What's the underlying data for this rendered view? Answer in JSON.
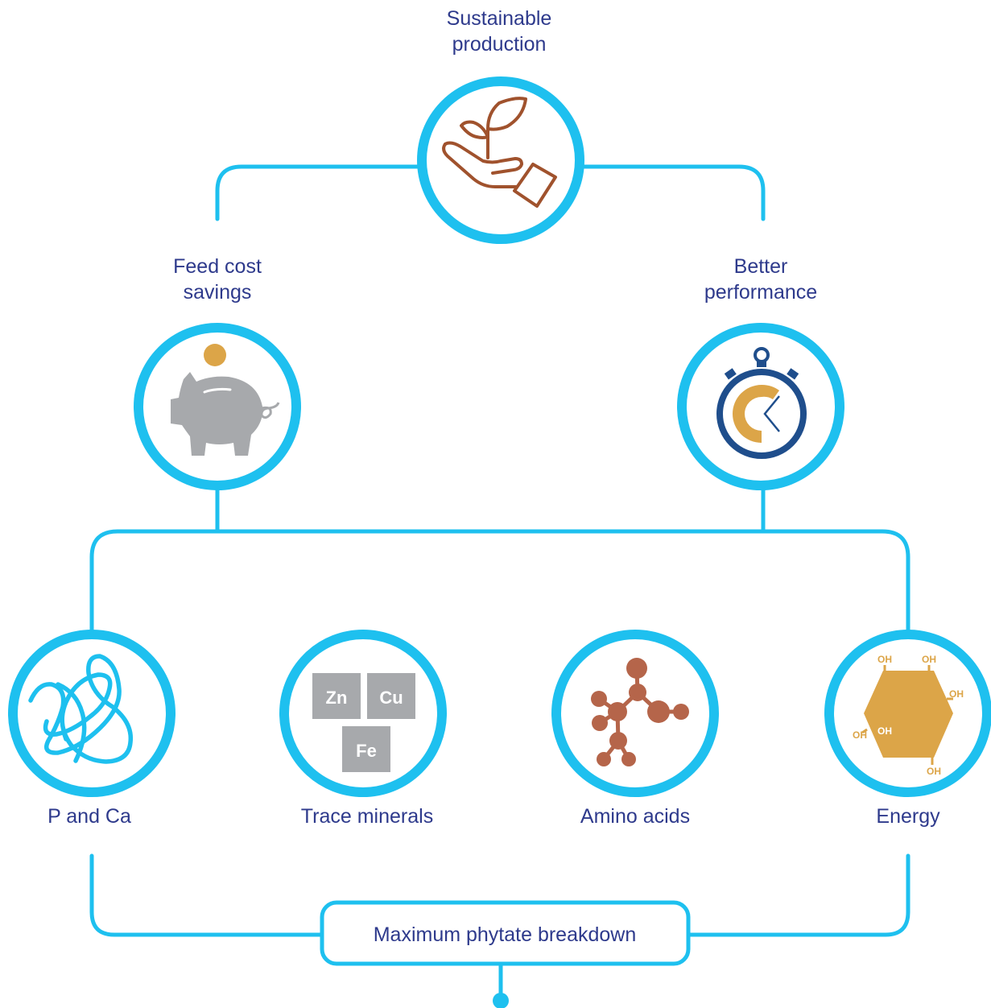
{
  "colors": {
    "connector": "#1ec0ef",
    "label_text": "#2e3a8c",
    "plant_brown": "#a0522d",
    "piggy_gray": "#a7a9ac",
    "coin_gold": "#dca548",
    "stopwatch_navy": "#1f4e8c",
    "mineral_gray": "#a7a9ac",
    "molecule_brown": "#b5654a",
    "glucose_gold": "#dca548"
  },
  "top": {
    "icon": "hand-plant-icon",
    "label_line1": "Sustainable",
    "label_line2": "production"
  },
  "left": {
    "icon": "piggy-bank-icon",
    "label_line1": "Feed cost",
    "label_line2": "savings"
  },
  "right": {
    "icon": "stopwatch-icon",
    "label_line1": "Better",
    "label_line2": "performance"
  },
  "bottom_nodes": [
    {
      "icon": "tangled-strand-icon",
      "label": "P and Ca"
    },
    {
      "icon": "mineral-tiles-icon",
      "label": "Trace minerals",
      "tiles": [
        "Zn",
        "Cu",
        "Fe"
      ]
    },
    {
      "icon": "molecule-icon",
      "label": "Amino acids"
    },
    {
      "icon": "glucose-ring-icon",
      "label": "Energy",
      "groups": [
        "OH",
        "OH",
        "OH",
        "OH",
        "OH",
        "OH"
      ]
    }
  ],
  "root": {
    "label": "Maximum phytate breakdown"
  }
}
